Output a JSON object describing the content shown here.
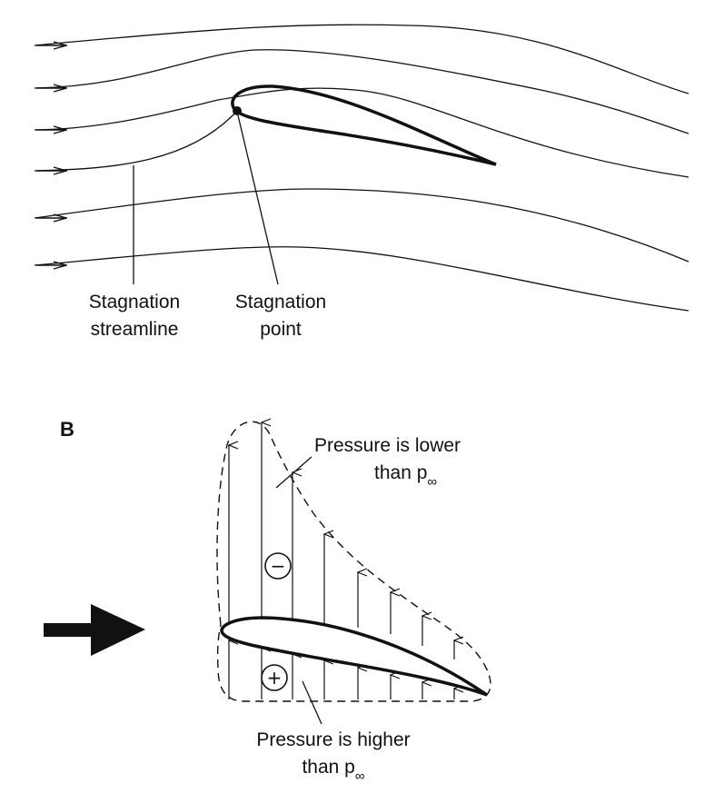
{
  "panel_a": {
    "labels": {
      "stagnation_streamline": [
        "Stagnation",
        "streamline"
      ],
      "stagnation_point": [
        "Stagnation",
        "point"
      ]
    }
  },
  "panel_b": {
    "letter": "B",
    "upper_label": {
      "line1": "Pressure is lower",
      "line2": "than p",
      "sub": "∞"
    },
    "lower_label": {
      "line1": "Pressure is higher",
      "line2": "than p",
      "sub": "∞"
    },
    "minus_sign": "−",
    "plus_sign": "+"
  },
  "colors": {
    "ink": "#111111",
    "background": "#ffffff"
  }
}
